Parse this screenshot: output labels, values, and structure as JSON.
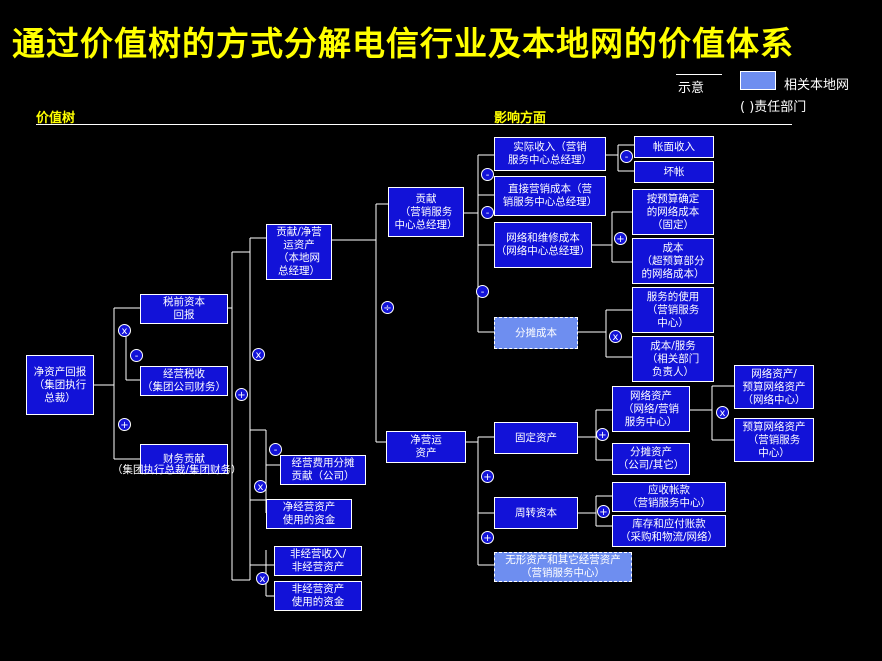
{
  "title": "通过价值树的方式分解电信行业及本地网的价值体系",
  "headers": {
    "left": "价值树",
    "right": "影响方面"
  },
  "legend": {
    "sample_label": "示意",
    "box_label": "相关本地网",
    "paren_label": "(    )责任部门",
    "box_color": "#6e8ef0"
  },
  "nodes": {
    "root": "净资产回报\n（集团执行\n总裁）",
    "pretax": "税前资本\n回报",
    "tax": "经营税收\n（集团公司财务）",
    "finance": "财务贡献",
    "finance_caption": "（集团执行总裁/集团财务）",
    "contribution": "贡献/净营\n运资产\n（本地网\n总经理）",
    "op_expense": "经营费用分摊\n贡献（公司）",
    "net_op_assets_use": "净经营资产\n使用的资金",
    "nonop_ratio": "非经营收入/\n非经营资产",
    "nonop_assets_use": "非经营资产\n使用的资金",
    "gongxian": "贡献\n（营销服务\n中心总经理）",
    "net_op_assets": "净营运\n资产",
    "actual_revenue": "实际收入（营销\n服务中心总经理）",
    "direct_cost": "直接营销成本（营\n销服务中心总经理）",
    "network_cost": "网络和维修成本\n（网络中心总经理）",
    "allocated_cost": "分摊成本",
    "book_revenue": "帐面收入",
    "bad_debt": "坏帐",
    "budget_network_cost": "按预算确定\n的网络成本\n（固定）",
    "cost_over_budget": "成本\n（超预算部分\n的网络成本）",
    "service_usage": "服务的使用\n（营销服务\n中心）",
    "cost_service": "成本/服务\n（相关部门\n负责人）",
    "fixed_assets": "固定资产",
    "working_capital": "周转资本",
    "intangible": "无形资产和其它经营资产\n（营销服务中心）",
    "network_assets": "网络资产\n（网络/营销\n服务中心）",
    "allocated_assets": "分摊资产\n（公司/其它）",
    "net_assets_ratio": "网络资产/\n预算网络资产\n（网络中心）",
    "budget_network_assets": "预算网络资产\n（营销服务\n中心）",
    "receivables": "应收帐款\n（营销服务中心）",
    "inventory_payables": "库存和应付账款\n（采购和物流/网络）"
  },
  "operators": {
    "times": "x",
    "minus": "-",
    "plus": "+",
    "divide": "÷"
  },
  "colors": {
    "background": "#000000",
    "title": "#ffff00",
    "box_fill": "#1212d8",
    "highlight_fill": "#6e8ef0",
    "line": "#ffffff"
  }
}
